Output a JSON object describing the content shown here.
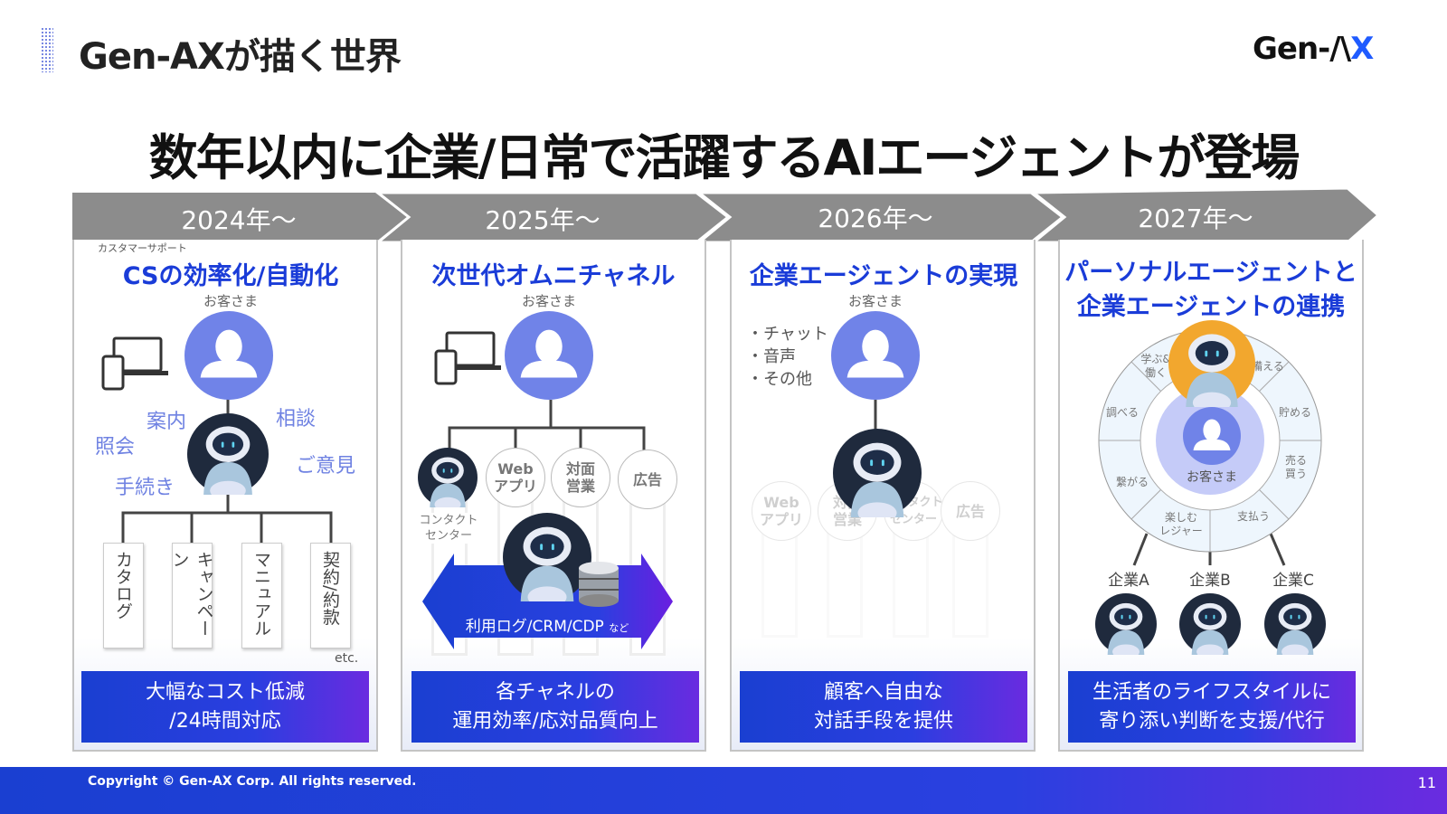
{
  "header": {
    "title": "Gen-AXが描く世界",
    "logo_main": "Gen-/\\",
    "logo_accent": "X"
  },
  "main_title": "数年以内に企業/日常で活躍するAIエージェントが登場",
  "timeline": [
    "2024年〜",
    "2025年〜",
    "2026年〜",
    "2027年〜"
  ],
  "panel1": {
    "subtitle": "カスタマーサポート",
    "title": "CSの効率化/自動化",
    "customer": "お客さま",
    "labels": {
      "guide": "案内",
      "consult": "相談",
      "inquiry": "照会",
      "opinion": "ご意見",
      "procedure": "手続き"
    },
    "cards": [
      "カタログ",
      "キャンペーン",
      "マニュアル",
      "契約/約款"
    ],
    "etc": "etc.",
    "bottom": [
      "大幅なコスト低減",
      "/24時間対応"
    ]
  },
  "panel2": {
    "title": "次世代オムニチャネル",
    "customer": "お客さま",
    "channels": [
      "Web\nアプリ",
      "対面\n営業",
      "広告"
    ],
    "contact_center": "コンタクト\nセンター",
    "data_label": "利用ログ/CRM/CDP",
    "data_suffix": "など",
    "bottom": [
      "各チャネルの",
      "運用効率/応対品質向上"
    ]
  },
  "panel3": {
    "title": "企業エージェントの実現",
    "customer": "お客さま",
    "bullets": [
      "・チャット",
      "・音声",
      "・その他"
    ],
    "channels": [
      "Web\nアプリ",
      "対面\n営業",
      "コンタクト\nセンター",
      "広告"
    ],
    "bottom": [
      "顧客へ自由な",
      "対話手段を提供"
    ]
  },
  "panel4": {
    "title": [
      "パーソナルエージェントと",
      "企業エージェントの連携"
    ],
    "customer": "お客さま",
    "wheel": [
      "学ぶ&\n働く",
      "備える",
      "貯める",
      "売る\n買う",
      "支払う",
      "楽しむ\nレジャー",
      "繋がる",
      "調べる"
    ],
    "companies": [
      "企業A",
      "企業B",
      "企業C"
    ],
    "bottom": [
      "生活者のライフスタイルに",
      "寄り添い判断を支援/代行"
    ]
  },
  "footer": {
    "copyright": "Copyright © Gen-AX Corp. All rights reserved.",
    "page": "11"
  },
  "colors": {
    "accent": "#1a3cd8",
    "timeline": "#8c8c8c",
    "person": "#7083e8",
    "robot_bg": "#1f2a3d",
    "personal_agent": "#f2a72e"
  }
}
